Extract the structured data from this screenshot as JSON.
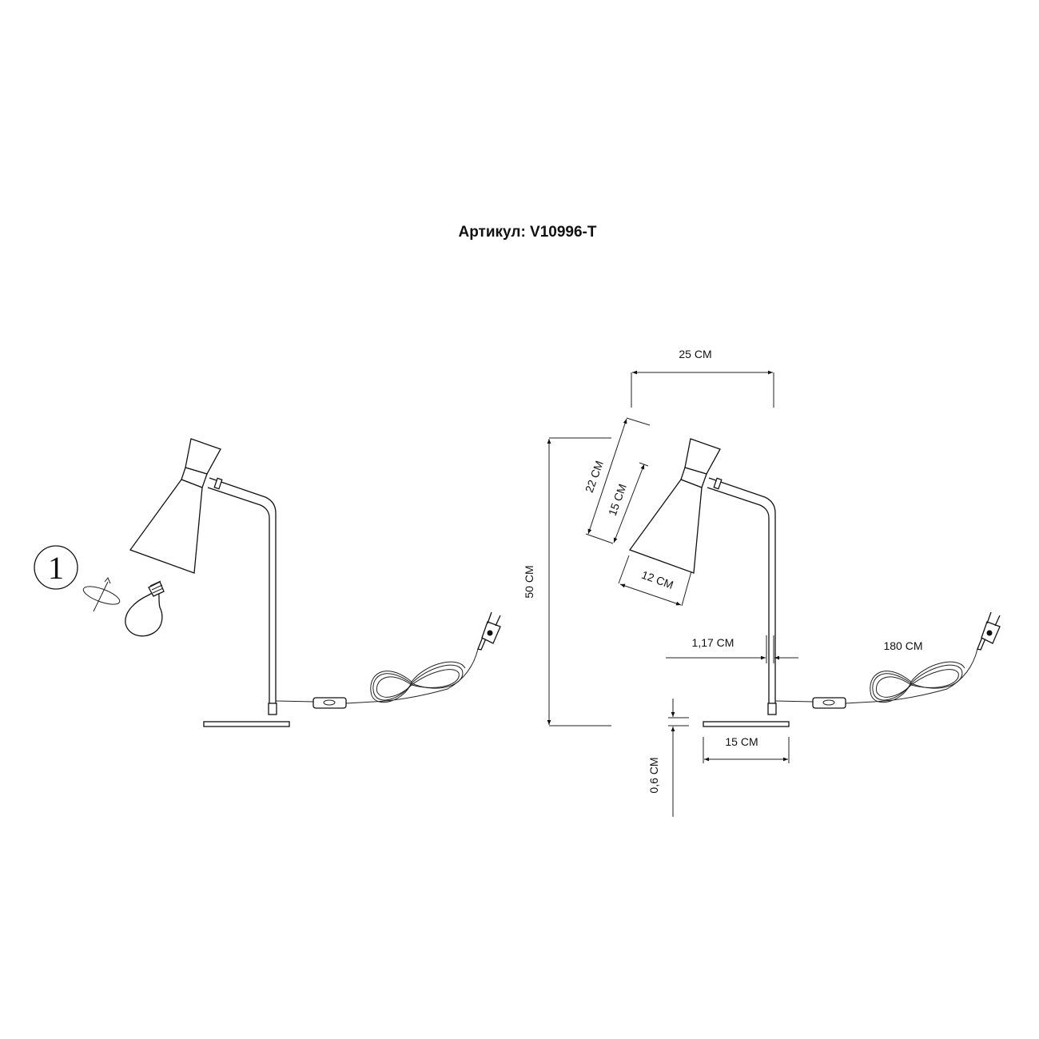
{
  "title": "Артикул: V10996-T",
  "step_number": "1",
  "dimensions": {
    "width_total": "25 CM",
    "height_total": "50 CM",
    "shade_length": "22 CM",
    "shade_cone": "15 CM",
    "shade_diameter": "12 CM",
    "pole_diameter": "1,17 CM",
    "cable_length": "180 CM",
    "base_thickness": "0,6 CM",
    "base_width": "15 CM"
  },
  "colors": {
    "line": "#111111",
    "background": "#ffffff"
  }
}
